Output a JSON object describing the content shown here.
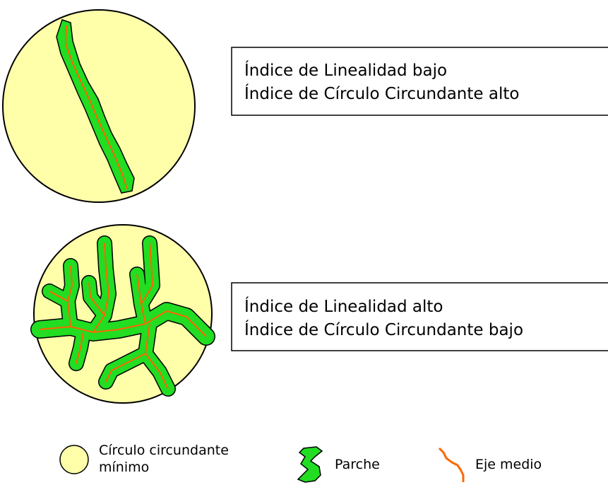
{
  "colors": {
    "circle_fill": "#ffffaa",
    "patch_fill": "#22dd22",
    "axis_stroke": "#ff6600",
    "outline": "#000000"
  },
  "example_1": {
    "line_1": "Índice de Linealidad bajo",
    "line_2": "Índice de Círculo Circundante alto"
  },
  "example_2": {
    "line_1": "Índice de Linealidad alto",
    "line_2": "Índice de Círculo Circundante bajo"
  },
  "legend": {
    "circle_label_1": "Círculo circundante",
    "circle_label_2": "mínimo",
    "patch_label": "Parche",
    "axis_label": "Eje medio"
  }
}
